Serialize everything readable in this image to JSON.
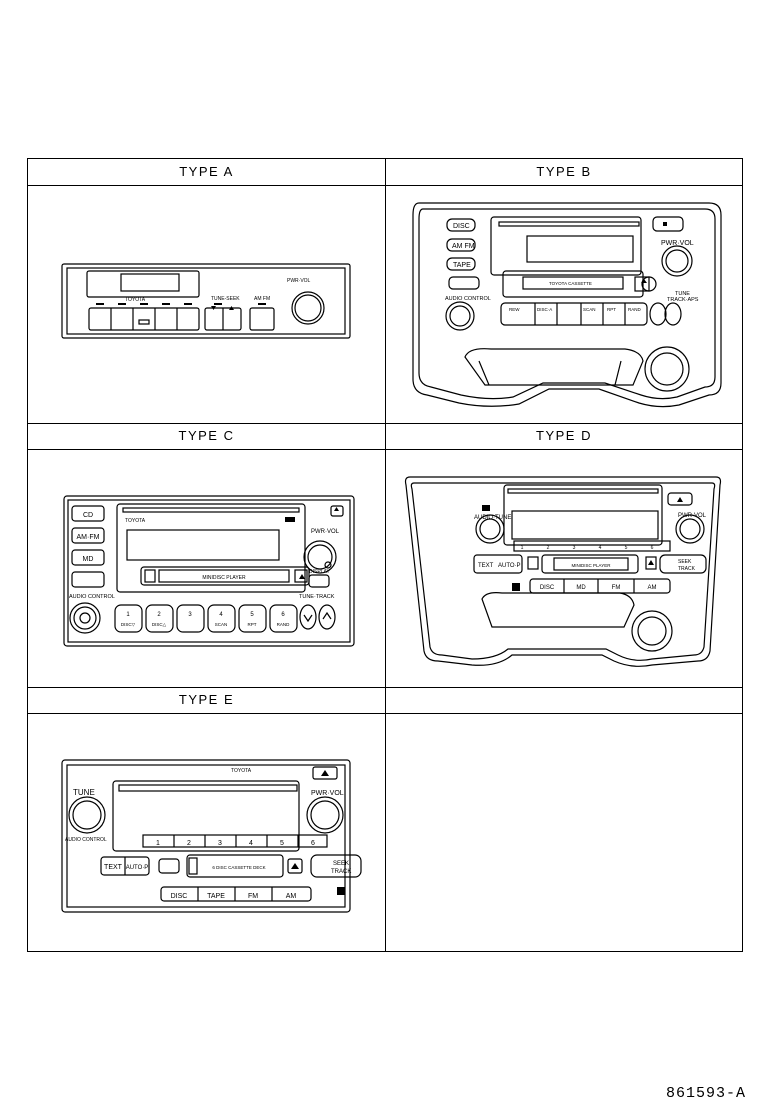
{
  "panels": [
    {
      "id": "a",
      "title": "TYPE A",
      "labels": {
        "brand": "TOYOTA",
        "tune": "TUNE-SEEK",
        "amfm": "AM FM",
        "pwr": "PWR·VOL"
      }
    },
    {
      "id": "b",
      "title": "TYPE B",
      "labels": {
        "disc": "DISC",
        "amfm": "AM FM",
        "tape": "TAPE",
        "pwr": "PWR·VOL",
        "audio": "AUDIO CONTROL",
        "tune": "TUNE",
        "track": "TRACK·APS",
        "tapeslot": "TOYOTA CASSETTE",
        "rpt": "RPT",
        "rand": "RAND",
        "scan": "SCAN",
        "rew": "REW",
        "disca": "DISC·A"
      }
    },
    {
      "id": "c",
      "title": "TYPE C",
      "labels": {
        "cd": "CD",
        "amfm": "AM·FM",
        "md": "MD",
        "brand": "TOYOTA",
        "pwr": "PWR·VOL",
        "display": "DISPLAY",
        "tape": "MINIDISC PLAYER",
        "audio": "AUDIO CONTROL",
        "tune": "TUNE·TRACK",
        "b1": "1",
        "b1s": "DISC▽",
        "b2": "2",
        "b2s": "DISC△",
        "b3": "3",
        "b4": "4",
        "b4s": "SCAN",
        "b5": "5",
        "b5s": "RPT",
        "b6": "6",
        "b6s": "RAND"
      }
    },
    {
      "id": "d",
      "title": "TYPE D",
      "labels": {
        "audio": "AUDIO·TUNE",
        "pwr": "PWR·VOL",
        "text": "TEXT",
        "auto": "AUTO·P",
        "seek": "SEEK",
        "track": "TRACK",
        "tape": "MINIDISC PLAYER",
        "disc": "DISC",
        "md": "MD",
        "fm": "FM",
        "am": "AM",
        "presets": [
          "1",
          "2",
          "3",
          "4",
          "5",
          "6"
        ]
      }
    },
    {
      "id": "e",
      "title": "TYPE E",
      "labels": {
        "brand": "TOYOTA",
        "tune": "TUNE",
        "pwr": "PWR·VOL",
        "audio": "AUDIO CONTROL",
        "text": "TEXT",
        "auto": "AUTO·P",
        "seek": "SEEK",
        "track": "TRACK",
        "tape": "6 DISC CASSETTE DECK",
        "disc": "DISC",
        "tapebtn": "TAPE",
        "fm": "FM",
        "am": "AM",
        "presets": [
          "1",
          "2",
          "3",
          "4",
          "5",
          "6"
        ]
      }
    },
    {
      "id": "empty",
      "title": ""
    }
  ],
  "figure_code": "861593-A"
}
